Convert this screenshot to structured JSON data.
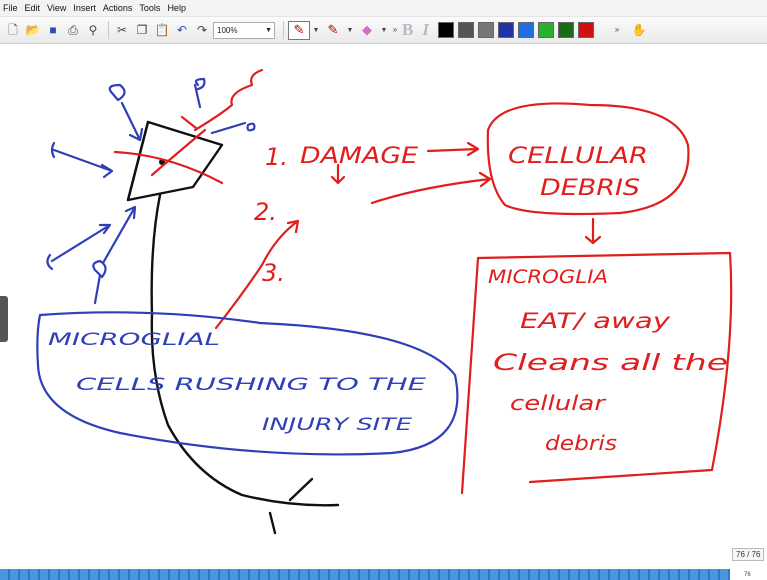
{
  "menu": [
    "File",
    "Edit",
    "View",
    "Insert",
    "Actions",
    "Tools",
    "Help"
  ],
  "toolbar": {
    "zoom": "100%",
    "swatch_colors": [
      "#000000",
      "#555555",
      "#777777",
      "#2233aa",
      "#1f6fe0",
      "#2ab02a",
      "#1a6a1a",
      "#d01010"
    ]
  },
  "notes": {
    "numbers": [
      "1.",
      "2.",
      "3."
    ],
    "damage": "DAMAGE",
    "cellular": "CELLULAR",
    "debris": "DEBRIS",
    "microglial_line1": "MICROGLIAL",
    "microglial_line2": "CELLS RUSHING TO THE",
    "microglial_line3": "INJURY SITE",
    "box_line1": "MICROGLIA",
    "box_line2": "EAT/ away",
    "box_line3": "Cleans all the",
    "box_line4": "cellular",
    "box_line5": "debris"
  },
  "page_indicator": "76 / 76",
  "page_count_small": "76",
  "colors": {
    "ink_red": "#e11e1e",
    "ink_blue": "#2f3fb8",
    "ink_black": "#111111"
  }
}
